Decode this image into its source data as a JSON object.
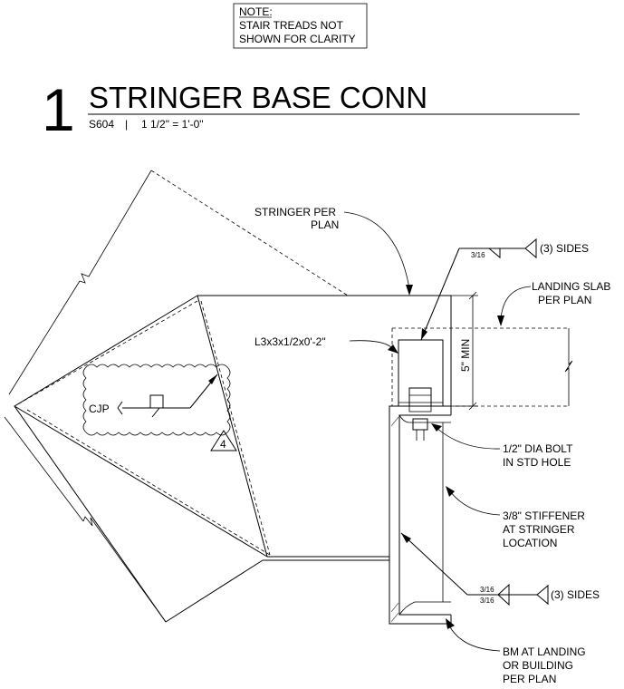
{
  "note": {
    "heading": "NOTE:",
    "line1": "STAIR TREADS NOT",
    "line2": "SHOWN FOR CLARITY"
  },
  "title": {
    "number": "1",
    "name": "STRINGER BASE CONN",
    "sheet": "S604",
    "separator": "|",
    "scale": "1 1/2\" = 1'-0\""
  },
  "labels": {
    "stringer_line1": "STRINGER PER",
    "stringer_line2": "PLAN",
    "weld_top_size": "3/16",
    "weld_top_sides": "(3) SIDES",
    "landing_line1": "LANDING SLAB",
    "landing_line2": "PER PLAN",
    "angle": "L3x3x1/2x0'-2\"",
    "dim_5min": "5\" MIN",
    "cjp": "CJP",
    "detail_ref": "4",
    "bolt_line1": "1/2\" DIA BOLT",
    "bolt_line2": "IN STD HOLE",
    "stiffener_line1": "3/8\" STIFFENER",
    "stiffener_line2": "AT STRINGER",
    "stiffener_line3": "LOCATION",
    "weld_bot_size_top": "3/16",
    "weld_bot_size_bot": "3/16",
    "weld_bot_sides": "(3) SIDES",
    "beam_line1": "BM AT LANDING",
    "beam_line2": "OR BUILDING",
    "beam_line3": "PER PLAN"
  }
}
